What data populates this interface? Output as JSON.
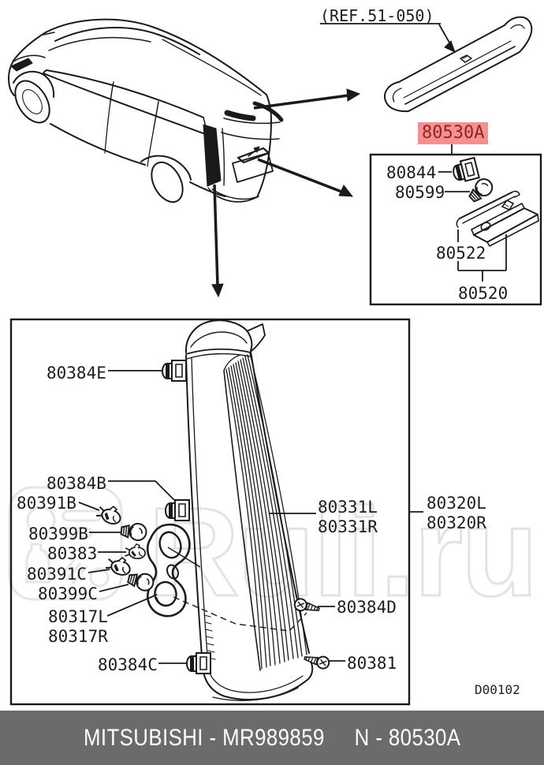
{
  "ref_note": {
    "label": "(REF.51-050)"
  },
  "highlight_badge": {
    "label": "80530A",
    "bg_color": "#f69090",
    "text_color": "#8d2723"
  },
  "license_lamp_box": {
    "parts": {
      "socket_clip": "80844",
      "bulb": "80599",
      "lens": "80522",
      "lamp_assembly": "80520"
    }
  },
  "tail_lamp_box": {
    "parts": {
      "clip_upper": "80384E",
      "clip_mid": "80384B",
      "socket_b": "80391B",
      "bulb_b": "80399B",
      "socket_383": "80383",
      "socket_c": "80391C",
      "bulb_c": "80399C",
      "packing_left": "80317L",
      "packing_right": "80317R",
      "clip_lower": "80384C",
      "lens_left": "80331L",
      "lens_right": "80331R",
      "assembly_left": "80320L",
      "assembly_right": "80320R",
      "screw_d": "80384D",
      "screw": "80381"
    },
    "diagram_code": "D00102"
  },
  "watermark": {
    "text": "Ruli.ru",
    "color": "#e3e3e3"
  },
  "footer": {
    "left": "MITSUBISHI - MR989859",
    "right": "N - 80530A",
    "bg_color": "#6b6b6b",
    "text_color": "#ffffff"
  }
}
